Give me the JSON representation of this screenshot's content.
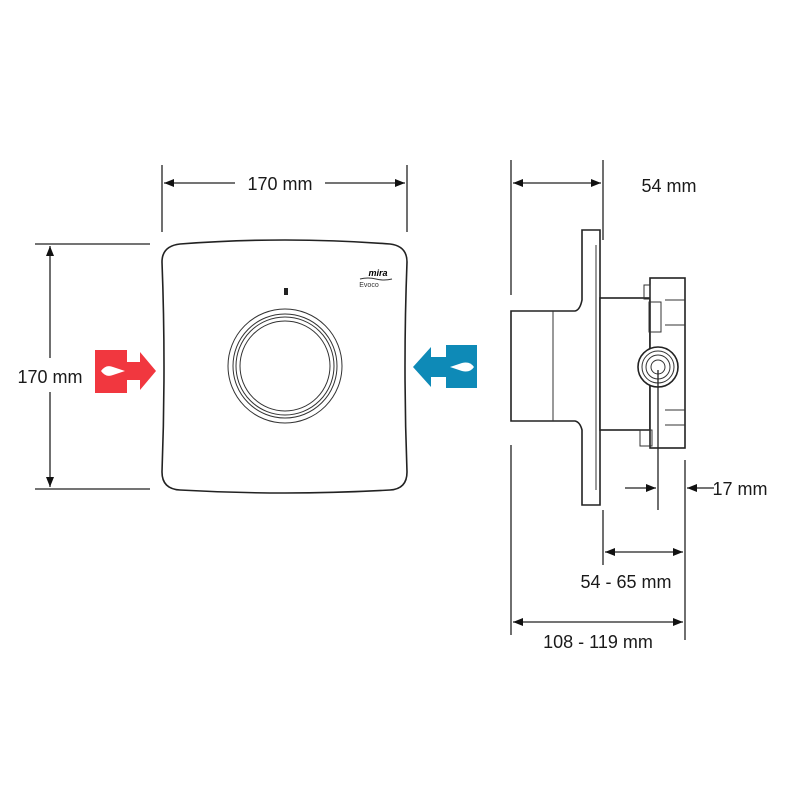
{
  "front_view": {
    "width_label": "170 mm",
    "height_label": "170 mm",
    "brand": "mira",
    "model": "Evoco"
  },
  "side_view": {
    "depth_label": "54 mm",
    "inlet_offset_label": "17 mm",
    "wall_depth_label": "54 - 65 mm",
    "total_depth_label": "108 - 119 mm"
  },
  "icons": {
    "hot_inlet": {
      "name": "hot-water-inlet-icon",
      "color": "#f1373f"
    },
    "cold_inlet": {
      "name": "cold-water-inlet-icon",
      "color": "#0e8ab7"
    }
  }
}
